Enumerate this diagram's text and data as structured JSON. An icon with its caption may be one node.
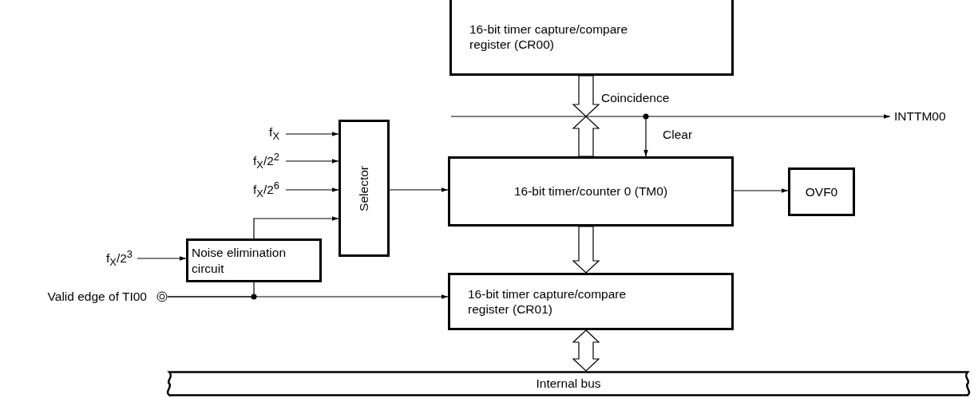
{
  "diagram": {
    "nodes": [
      {
        "text": [
          "16-bit timer capture/compare register (CR00)"
        ]
      },
      {
        "text": [
          "Selector"
        ]
      },
      {
        "text": [
          "16-bit timer/counter 0 (TM0)"
        ]
      },
      {
        "text": [
          "OVF0"
        ]
      },
      {
        "text": [
          "Noise elimination circuit"
        ]
      },
      {
        "text": [
          "16-bit timer capture/compare register (CR01)"
        ]
      },
      {
        "text": [
          "Internal bus"
        ]
      },
      {
        "text": [
          "f$_{X}$"
        ]
      },
      {
        "text": [
          "f$_{X}$/2$^{2}$"
        ]
      },
      {
        "text": [
          "f$_{X}$/2$^{6}$"
        ]
      },
      {
        "text": [
          "f$_{X}$/2$^{3}$"
        ]
      },
      {
        "text": [
          "Valid edge of TI00"
        ]
      },
      {
        "text": [
          "INTTM00"
        ]
      }
    ],
    "edges": [
      {
        "from": 7,
        "to": 1,
        "arrow": "to"
      },
      {
        "from": 8,
        "to": 1,
        "arrow": "to"
      },
      {
        "from": 9,
        "to": 1,
        "arrow": "to"
      },
      {
        "from": 4,
        "to": 1,
        "arrow": "to"
      },
      {
        "from": 10,
        "to": 4,
        "arrow": "to"
      },
      {
        "from": 11,
        "to": 4,
        "arrow": "none"
      },
      {
        "from": 11,
        "to": 5,
        "arrow": "to"
      },
      {
        "from": 1,
        "to": 2,
        "arrow": "to"
      },
      {
        "from": 2,
        "to": 3,
        "arrow": "to"
      },
      {
        "from": 0,
        "to": null,
        "arrow": "to",
        "style": "thick"
      },
      {
        "from": 2,
        "to": null,
        "arrow": "to",
        "style": "thick"
      },
      {
        "from": null,
        "to": 12,
        "arrow": "to",
        "label": "Coincidence"
      },
      {
        "from": null,
        "to": 2,
        "arrow": "to",
        "label": "Clear"
      },
      {
        "from": 2,
        "to": 5,
        "arrow": "to",
        "style": "thick"
      },
      {
        "from": 5,
        "to": 6,
        "arrow": "both",
        "style": "thick"
      }
    ]
  }
}
